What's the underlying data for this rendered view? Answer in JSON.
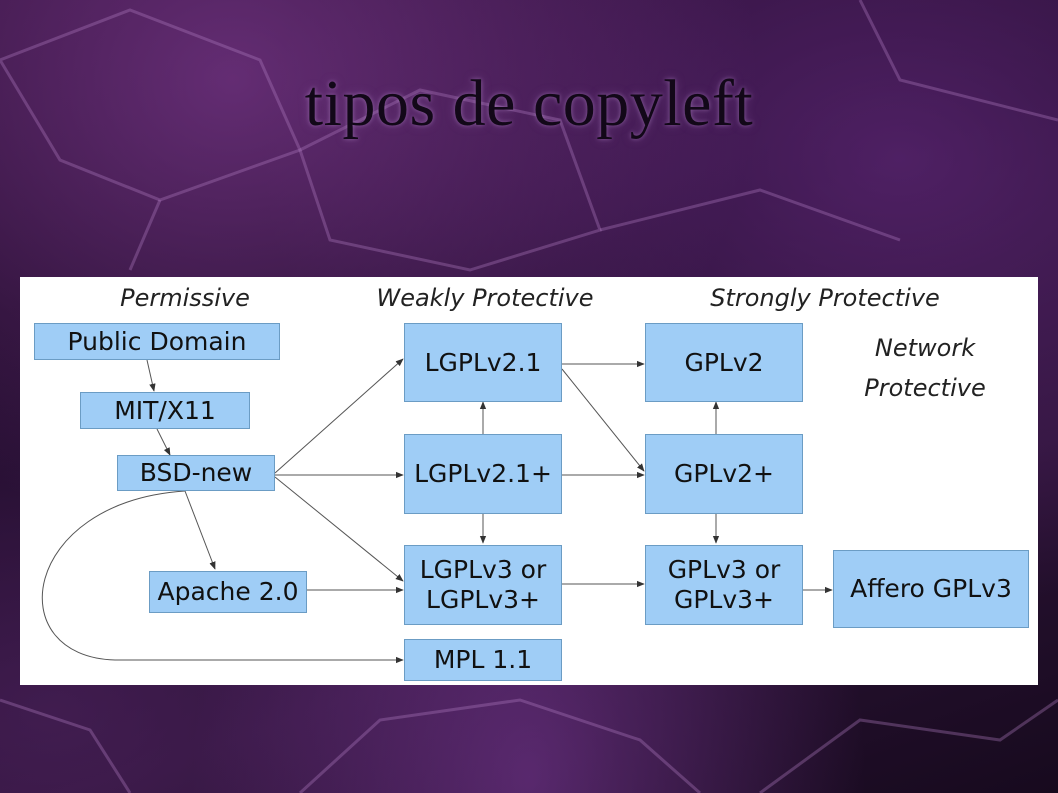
{
  "slide": {
    "title": "tipos de copyleft"
  },
  "headers": {
    "permissive": "Permissive",
    "weak": "Weakly Protective",
    "strong": "Strongly Protective",
    "network_line1": "Network",
    "network_line2": "Protective"
  },
  "nodes": {
    "public_domain": "Public Domain",
    "mit": "MIT/X11",
    "bsd": "BSD-new",
    "apache": "Apache 2.0",
    "lgpl21": "LGPLv2.1",
    "lgpl21p": "LGPLv2.1+",
    "lgpl3": "LGPLv3 or\nLGPLv3+",
    "mpl": "MPL 1.1",
    "gpl2": "GPLv2",
    "gpl2p": "GPLv2+",
    "gpl3": "GPLv3 or\nGPLv3+",
    "agpl3": "Affero GPLv3"
  },
  "colors": {
    "node_fill": "#9fcdf6",
    "node_border": "#6b9cc4",
    "arrow": "#555555"
  }
}
